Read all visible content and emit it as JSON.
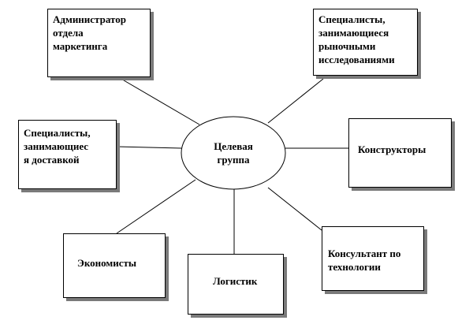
{
  "diagram": {
    "center": "Целевая\nгруппа",
    "nodes": [
      {
        "id": "marketing-admin",
        "label": "Администратор\nотдела\nмаркетинга"
      },
      {
        "id": "market-research",
        "label": "Специалисты,\nзанимающиеся\nрыночными\nисследованиями"
      },
      {
        "id": "delivery",
        "label": "Специалисты,\nзанимающиес\nя доставкой"
      },
      {
        "id": "designers",
        "label": "Конструкторы"
      },
      {
        "id": "economists",
        "label": "Экономисты"
      },
      {
        "id": "logistician",
        "label": "Логистик"
      },
      {
        "id": "tech-consultant",
        "label": "Консультант по\nтехнологии"
      }
    ]
  }
}
